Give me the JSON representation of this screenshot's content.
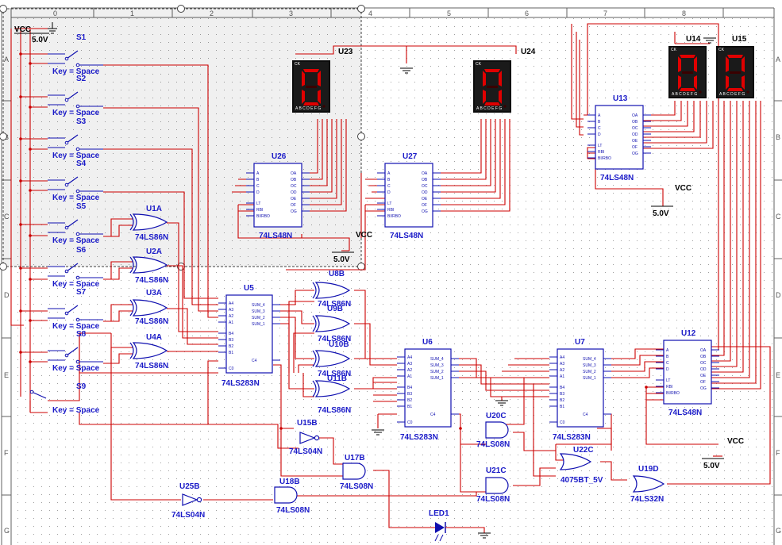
{
  "colors": {
    "wire": "#cc0000",
    "ref": "#1010b0",
    "label": "#1b1bc8",
    "segment_on": "#e00000",
    "grid": "#b0b0b0",
    "border": "#606060",
    "selection": "#404040"
  },
  "border": {
    "cols": [
      "0",
      "1",
      "2",
      "3",
      "4",
      "5",
      "6",
      "7",
      "8"
    ],
    "rows": [
      "A",
      "B",
      "C",
      "D",
      "E",
      "F",
      "G"
    ]
  },
  "power": {
    "vcc_main": {
      "label": "VCC",
      "voltage": "5.0V"
    },
    "vcc_u26": {
      "label": "VCC",
      "voltage": "5.0V"
    },
    "vcc_u13": {
      "label": "VCC",
      "voltage": "5.0V"
    },
    "vcc_u12": {
      "label": "VCC",
      "voltage": "5.0V"
    }
  },
  "switches": [
    {
      "ref": "S1",
      "key": "Key = Space"
    },
    {
      "ref": "S2",
      "key": "Key = Space"
    },
    {
      "ref": "S3",
      "key": "Key = Space"
    },
    {
      "ref": "S4",
      "key": "Key = Space"
    },
    {
      "ref": "S5",
      "key": "Key = Space"
    },
    {
      "ref": "S6",
      "key": "Key = Space"
    },
    {
      "ref": "S7",
      "key": "Key = Space"
    },
    {
      "ref": "S8",
      "key": "Key = Space"
    },
    {
      "ref": "S9",
      "key": "Key = Space"
    }
  ],
  "xor_gates": [
    {
      "ref": "U1A",
      "part": "74LS86N"
    },
    {
      "ref": "U2A",
      "part": "74LS86N"
    },
    {
      "ref": "U3A",
      "part": "74LS86N"
    },
    {
      "ref": "U4A",
      "part": "74LS86N"
    },
    {
      "ref": "U8B",
      "part": "74LS86N"
    },
    {
      "ref": "U9B",
      "part": "74LS86N"
    },
    {
      "ref": "U10B",
      "part": "74LS86N"
    },
    {
      "ref": "U11B",
      "part": "74LS86N"
    }
  ],
  "adders": [
    {
      "ref": "U5",
      "part": "74LS283N"
    },
    {
      "ref": "U6",
      "part": "74LS283N"
    },
    {
      "ref": "U7",
      "part": "74LS283N"
    }
  ],
  "adder_pins": {
    "left": [
      "A4",
      "A3",
      "A2",
      "A1",
      "B4",
      "B3",
      "B2",
      "B1",
      "C0"
    ],
    "right": [
      "SUM_4",
      "SUM_3",
      "SUM_2",
      "SUM_1",
      "C4"
    ]
  },
  "decoders": [
    {
      "ref": "U26",
      "part": "74LS48N"
    },
    {
      "ref": "U27",
      "part": "74LS48N"
    },
    {
      "ref": "U13",
      "part": "74LS48N"
    },
    {
      "ref": "U12",
      "part": "74LS48N"
    }
  ],
  "decoder_pins": {
    "left": [
      "A",
      "B",
      "C",
      "D",
      "LT",
      "RBI",
      "BI/RBO"
    ],
    "right": [
      "OA",
      "OB",
      "OC",
      "OD",
      "OE",
      "OF",
      "OG"
    ]
  },
  "displays": [
    {
      "ref": "U23",
      "digit": "0",
      "pins": "A B C D E F G",
      "ck": "CK"
    },
    {
      "ref": "U24",
      "digit": "0",
      "pins": "A B C D E F G",
      "ck": "CK"
    },
    {
      "ref": "U14",
      "digit": "0",
      "pins": "A B C D E F G",
      "ck": "CK"
    },
    {
      "ref": "U15",
      "digit": "0",
      "pins": "A B C D E F G",
      "ck": "CK"
    }
  ],
  "logic": {
    "u15b": {
      "ref": "U15B",
      "part": "74LS04N"
    },
    "u25b": {
      "ref": "U25B",
      "part": "74LS04N"
    },
    "u17b": {
      "ref": "U17B",
      "part": "74LS08N"
    },
    "u18b": {
      "ref": "U18B",
      "part": "74LS08N"
    },
    "u20c": {
      "ref": "U20C",
      "part": "74LS08N"
    },
    "u21c": {
      "ref": "U21C",
      "part": "74LS08N"
    },
    "u22c": {
      "ref": "U22C",
      "part": "4075BT_5V"
    },
    "u19d": {
      "ref": "U19D",
      "part": "74LS32N"
    }
  },
  "led": {
    "ref": "LED1"
  }
}
